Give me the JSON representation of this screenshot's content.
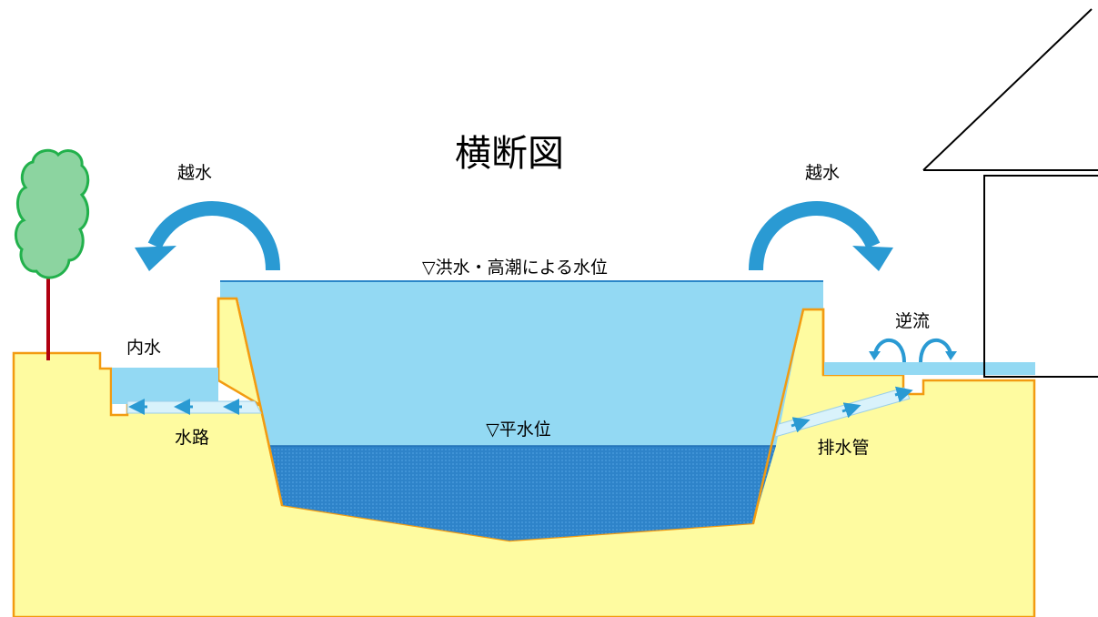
{
  "title": "横断図",
  "labels": {
    "overflow_left": "越水",
    "overflow_right": "越水",
    "flood_level": "▽洪水・高潮による水位",
    "normal_level": "▽平水位",
    "inland_water": "内水",
    "channel": "水路",
    "backflow": "逆流",
    "drain_pipe": "排水管"
  },
  "colors": {
    "ground": "#fefba0",
    "ground_outline": "#f29b11",
    "flood_water": "#93d9f3",
    "flood_surface": "#2a86c8",
    "normal_water": "#2e83c9",
    "arrow_blue": "#2a9ad3",
    "pipe": "#bfe8f8",
    "tree_foliage": "#8cd4a0",
    "tree_outline": "#22b14c",
    "tree_trunk": "#b00010",
    "house_line": "#000000"
  }
}
